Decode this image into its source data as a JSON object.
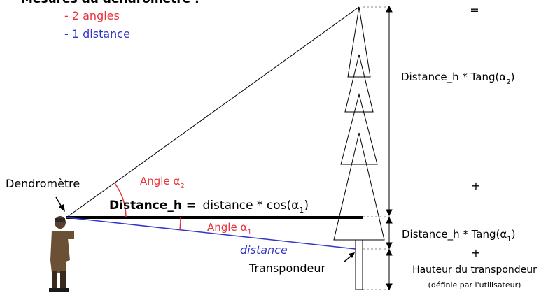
{
  "header": {
    "title": "Mesures du dendromètre :",
    "item_angles": "- 2 angles",
    "item_distance": "- 1 distance"
  },
  "labels": {
    "dendrometre": "Dendromètre",
    "angle_a2": "Angle α",
    "angle_a2_sub": "2",
    "angle_a1": "Angle α",
    "angle_a1_sub": "1",
    "distance_h_bold": "Distance_h =",
    "distance_h_rest": "distance * cos(α",
    "distance_h_sub": "1",
    "distance_h_close": ")",
    "distance": "distance",
    "transpondeur": "Transpondeur"
  },
  "formula": {
    "equals": "=",
    "upper_term": "Distance_h * Tang(α",
    "upper_sub": "2",
    "upper_close": ")",
    "plus_1": "+",
    "lower_term": "Distance_h * Tang(α",
    "lower_sub": "1",
    "lower_close": ")",
    "plus_2": "+",
    "hauteur": "Hauteur du transpondeur",
    "hauteur_note": "(définie par l'utilisateur)"
  },
  "colors": {
    "red": "#e8323c",
    "blue": "#3535c8",
    "black": "#000000"
  }
}
